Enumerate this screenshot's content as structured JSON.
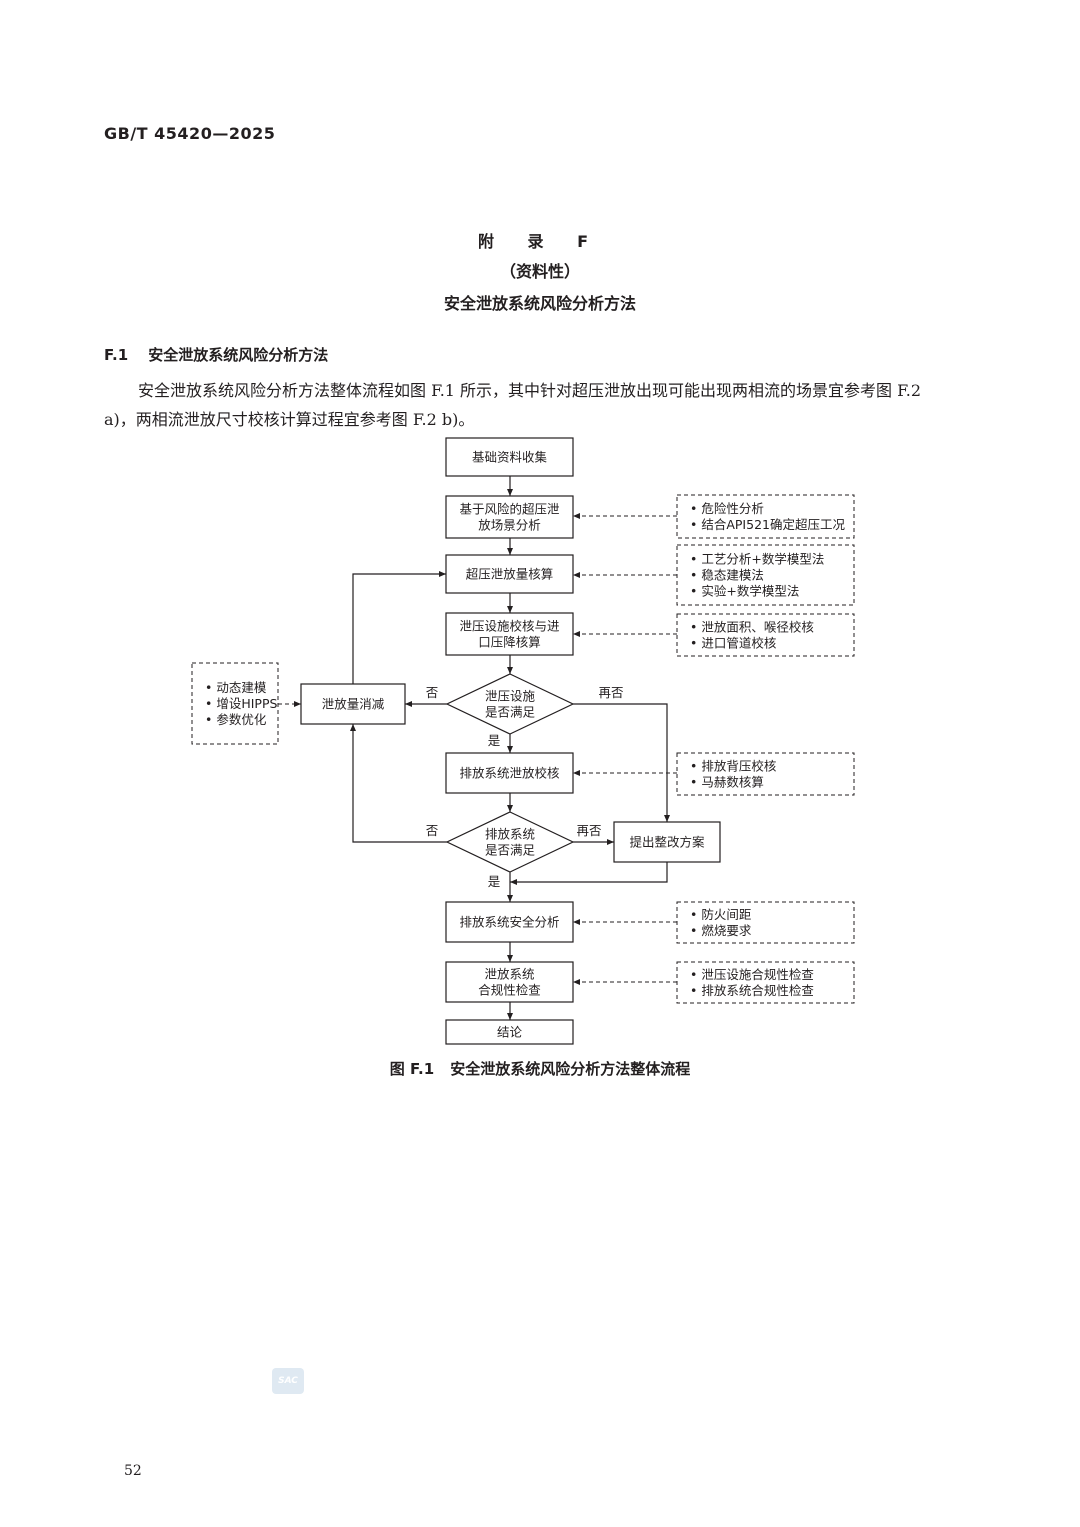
{
  "header": {
    "standard_code": "GB/T 45420—2025"
  },
  "annex": {
    "title": "附 录 F",
    "type": "（资料性）",
    "name": "安全泄放系统风险分析方法"
  },
  "section": {
    "number": "F.1",
    "title": "安全泄放系统风险分析方法",
    "paragraph": "安全泄放系统风险分析方法整体流程如图 F.1 所示，其中针对超压泄放出现可能出现两相流的场景宜参考图 F.2 a)，两相流泄放尺寸校核计算过程宜参考图 F.2 b)。"
  },
  "flowchart": {
    "steps": {
      "s1": [
        "基础资料收集"
      ],
      "s2": [
        "基于风险的超压泄",
        "放场景分析"
      ],
      "s3": [
        "超压泄放量核算"
      ],
      "s4": [
        "泄压设施校核与进",
        "口压降核算"
      ],
      "s5": [
        "泄放量消减"
      ],
      "s6": [
        "排放系统泄放校核"
      ],
      "s7": [
        "提出整改方案"
      ],
      "s8": [
        "排放系统安全分析"
      ],
      "s9": [
        "泄放系统",
        "合规性检查"
      ],
      "s10": [
        "结论"
      ]
    },
    "decisions": {
      "d1": [
        "泄压设施",
        "是否满足"
      ],
      "d2": [
        "排放系统",
        "是否满足"
      ]
    },
    "edge_labels": {
      "no": "否",
      "yes": "是",
      "again_no": "再否"
    },
    "notes": {
      "n1": [
        "• 危险性分析",
        "• 结合API521确定超压工况"
      ],
      "n2": [
        "• 工艺分析+数学模型法",
        "• 稳态建模法",
        "• 实验+数学模型法"
      ],
      "n3": [
        "• 泄放面积、喉径校核",
        "• 进口管道校核"
      ],
      "n4": [
        "• 动态建模",
        "• 增设HIPPS",
        "• 参数优化"
      ],
      "n5": [
        "• 排放背压校核",
        "• 马赫数核算"
      ],
      "n6": [
        "• 防火间距",
        "• 燃烧要求"
      ],
      "n7": [
        "• 泄压设施合规性检查",
        "• 排放系统合规性检查"
      ]
    }
  },
  "figure": {
    "number": "图 F.1",
    "caption": "安全泄放系统风险分析方法整体流程"
  },
  "watermark": "SAC",
  "page_number": "52"
}
